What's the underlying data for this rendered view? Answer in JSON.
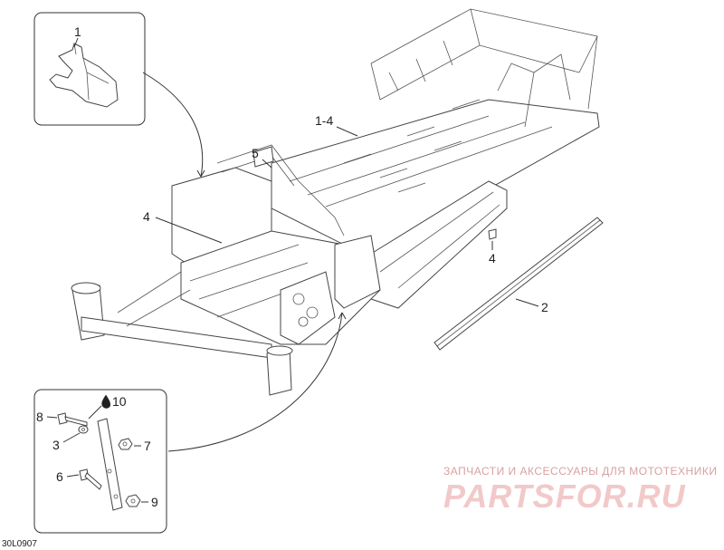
{
  "callouts": {
    "c1": "1",
    "c14": "1-4",
    "c5": "5",
    "c4a": "4",
    "c4b": "4",
    "c2": "2",
    "c8": "8",
    "c10": "10",
    "c3": "3",
    "c7": "7",
    "c6": "6",
    "c9": "9"
  },
  "drawing_code": "30L0907",
  "watermark": {
    "tagline": "ЗАПЧАСТИ И АКСЕССУАРЫ ДЛЯ МОТОТЕХНИКИ",
    "brand": "PARTSFOR.RU"
  },
  "icons": {
    "oil_drop": "oil-drop-icon"
  },
  "colors": {
    "line": "#333333",
    "watermark": "#e8b4b4"
  }
}
